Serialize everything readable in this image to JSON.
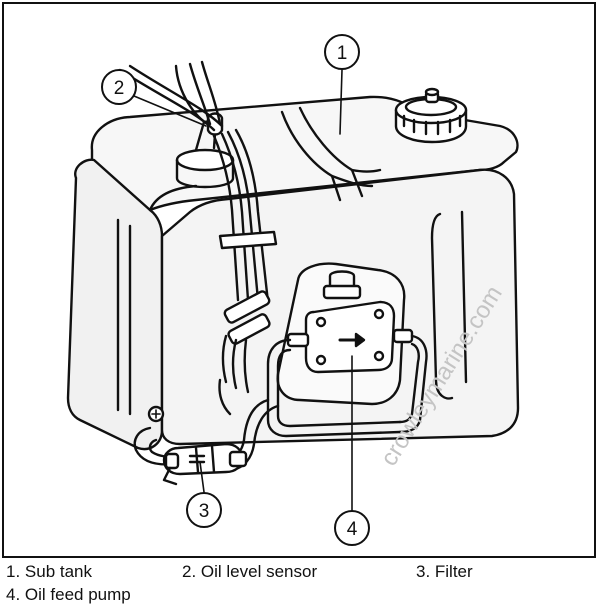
{
  "callouts": {
    "c1": "1",
    "c2": "2",
    "c3": "3",
    "c4": "4"
  },
  "watermark": "crowleymarine.com",
  "legend": {
    "item1": "1.  Sub tank",
    "item2": "2.  Oil level sensor",
    "item3": "3.  Filter",
    "item4": "4.  Oil feed pump"
  }
}
